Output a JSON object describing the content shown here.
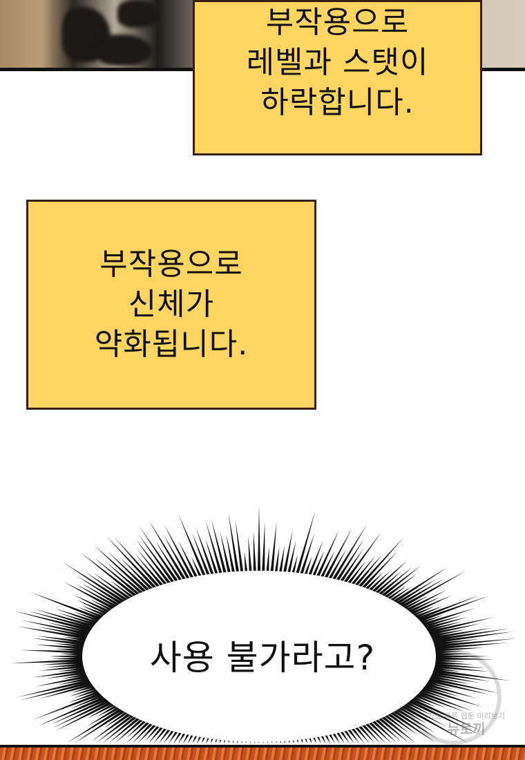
{
  "caption_1": {
    "lines": [
      "부작용으로",
      "레벨과 스탯이",
      "하락합니다."
    ]
  },
  "caption_2": {
    "lines": [
      "부작용으로",
      "신체가",
      "약화됩니다."
    ]
  },
  "speech_burst": {
    "text": "사용 불가라고?"
  },
  "watermark": {
    "line1": "가장 빠른 웹툰 미리보기",
    "line2": "뉴토끼"
  },
  "colors": {
    "caption_fill": "#fed462",
    "caption_border": "#3a1d12"
  }
}
